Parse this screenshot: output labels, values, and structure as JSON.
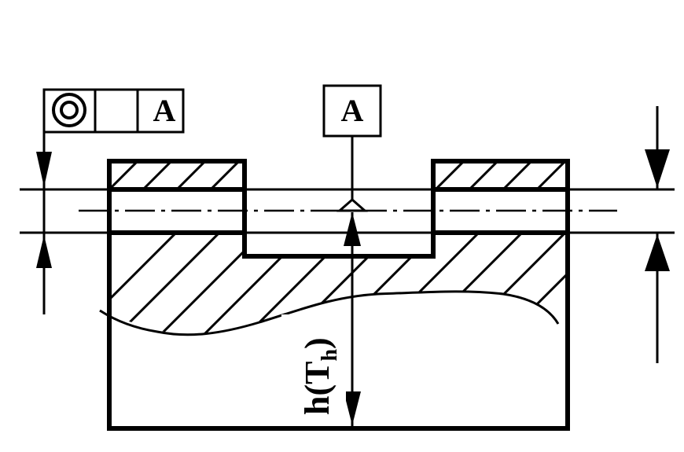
{
  "tolerance_frame": {
    "symbol": "concentricity-icon",
    "value": "",
    "datum_ref": "A"
  },
  "datum_feature": {
    "label": "A"
  },
  "dimension": {
    "label": "h(T",
    "subscript": "h",
    "close": ")"
  },
  "colors": {
    "line": "#000000",
    "background": "#ffffff"
  }
}
